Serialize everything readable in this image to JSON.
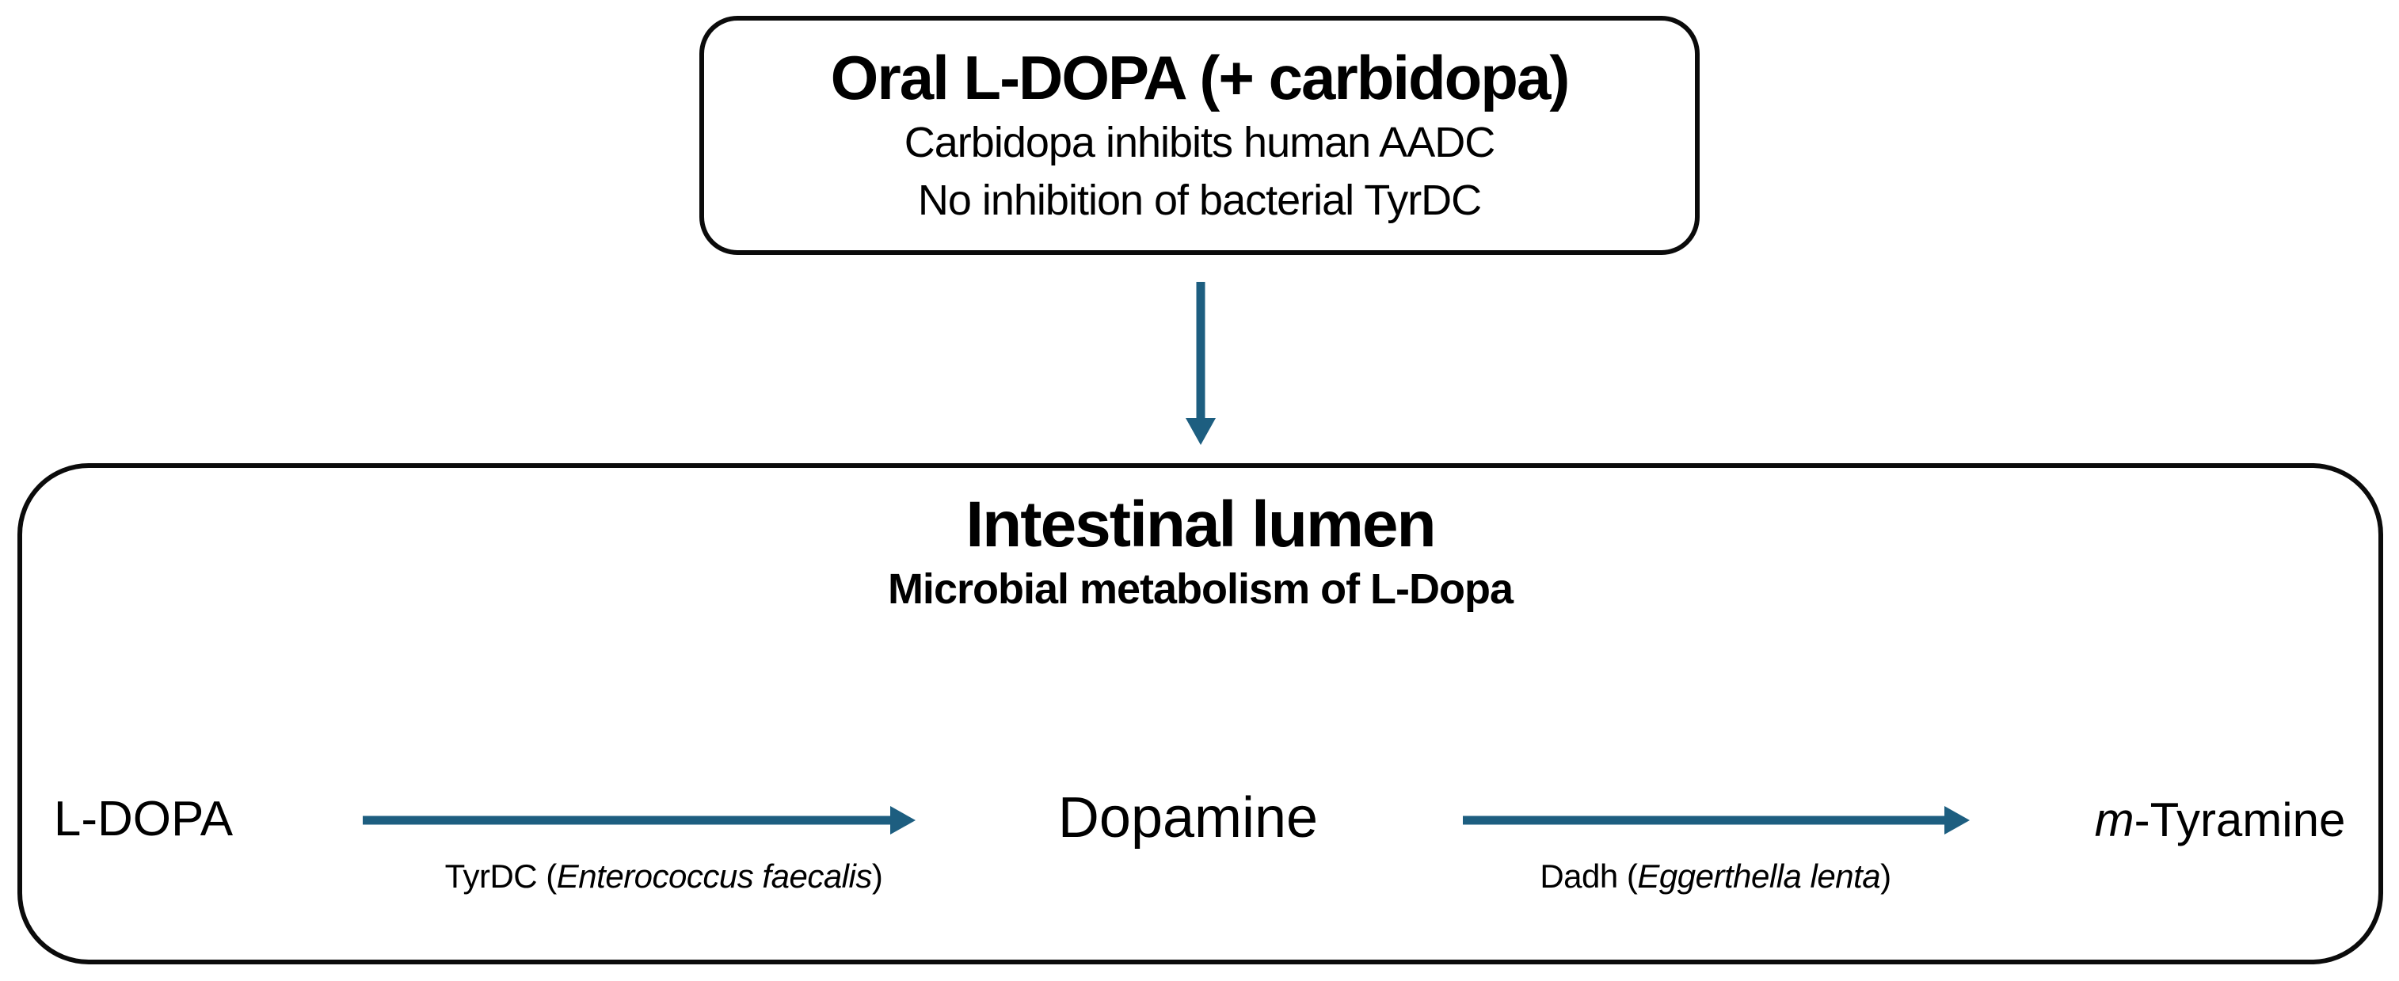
{
  "top_box": {
    "title": "Oral L-DOPA (+ carbidopa)",
    "line1": "Carbidopa inhibits human AADC",
    "line2": "No inhibition of bacterial TyrDC"
  },
  "lumen_box": {
    "title": "Intestinal lumen",
    "subtitle": "Microbial metabolism of L-Dopa"
  },
  "pathway": {
    "metabolites": {
      "ldopa": "L-DOPA",
      "dopamine": "Dopamine",
      "mtyramine_italic_prefix": "m",
      "mtyramine_rest": "-Tyramine"
    },
    "step1": {
      "label_start": "TyrDC (",
      "species": "Enterococcus faecalis",
      "label_end": ")"
    },
    "step2": {
      "label_start": "Dadh (",
      "species": "Eggerthella lenta",
      "label_end": ")"
    }
  },
  "colors": {
    "arrow": "#1d5e80",
    "box_border": "#0b0b0b",
    "text": "#000000",
    "background": "#ffffff"
  }
}
